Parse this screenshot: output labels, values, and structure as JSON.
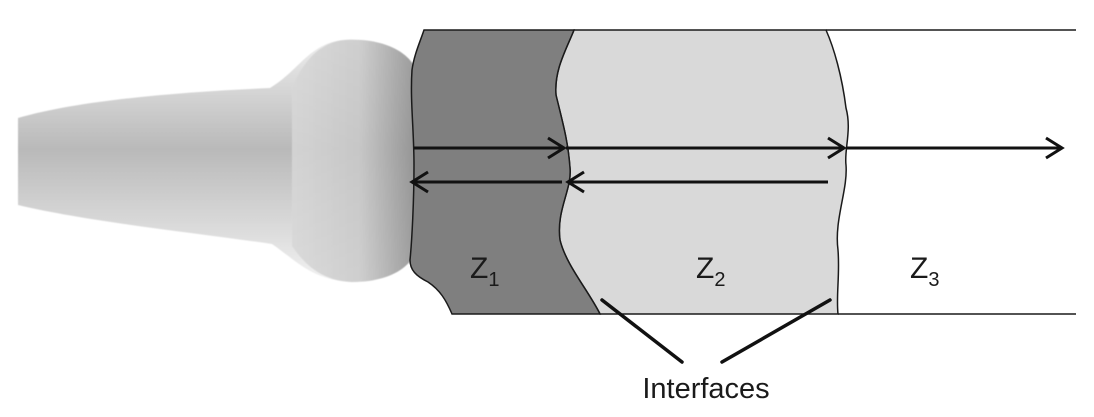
{
  "zones": [
    {
      "symbol": "Z",
      "subscript": "1"
    },
    {
      "symbol": "Z",
      "subscript": "2"
    },
    {
      "symbol": "Z",
      "subscript": "3"
    }
  ],
  "interfaces_label": "Interfaces",
  "colors": {
    "zone1": "#7f7f7f",
    "zone2": "#d9d9d9",
    "zone3": "#ffffff",
    "outline": "#1a1a1a",
    "transducer_light": "#ececec",
    "transducer_dark": "#8c8c8c"
  }
}
